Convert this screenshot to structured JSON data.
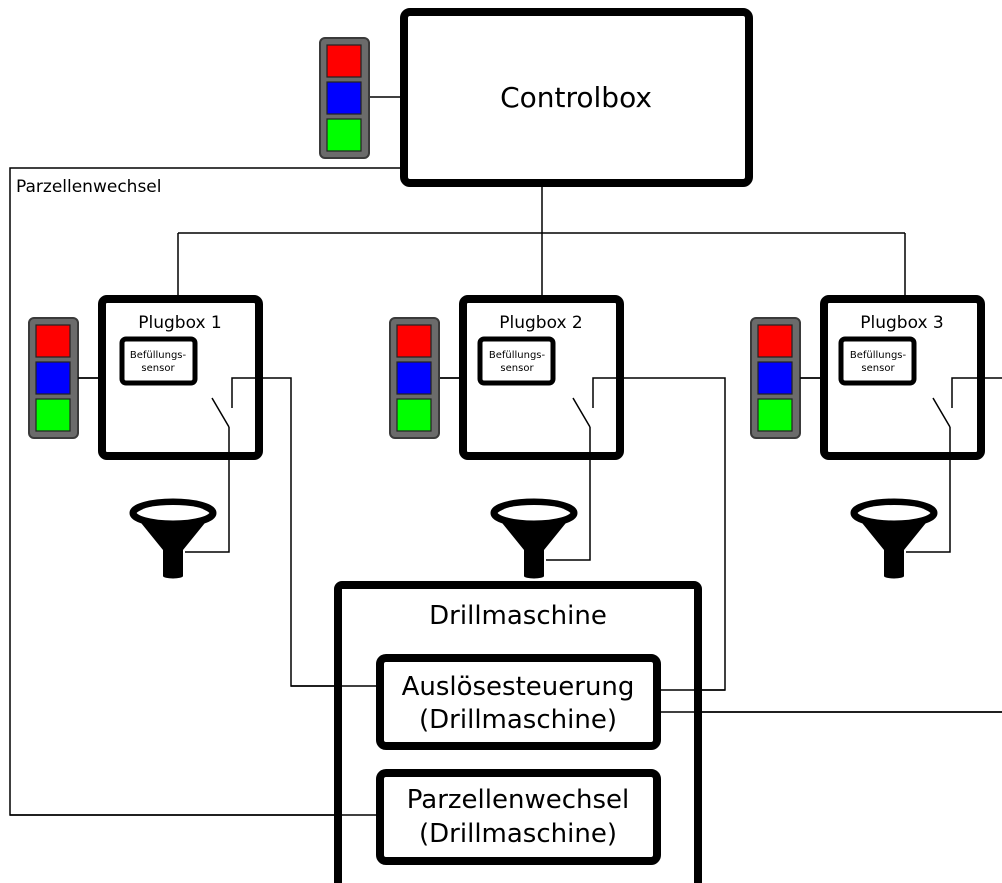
{
  "controlbox": {
    "label": "Controlbox"
  },
  "parzellenwechsel_line_label": "Parzellenwechsel",
  "plugboxes": [
    {
      "label": "Plugbox 1",
      "sensor_line1": "Befüllungs-",
      "sensor_line2": "sensor"
    },
    {
      "label": "Plugbox 2",
      "sensor_line1": "Befüllungs-",
      "sensor_line2": "sensor"
    },
    {
      "label": "Plugbox 3",
      "sensor_line1": "Befüllungs-",
      "sensor_line2": "sensor"
    }
  ],
  "drillmaschine": {
    "label": "Drillmaschine",
    "ausloese": {
      "line1": "Auslösesteuerung",
      "line2": "(Drillmaschine)"
    },
    "parzellen": {
      "line1": "Parzellenwechsel",
      "line2": "(Drillmaschine)"
    }
  },
  "colors": {
    "red": "#ff0000",
    "blue": "#0000ff",
    "green": "#00ff00",
    "housing": "#6b6b6b"
  },
  "icons": [
    "traffic-light-icon",
    "funnel-icon",
    "switch-icon"
  ]
}
